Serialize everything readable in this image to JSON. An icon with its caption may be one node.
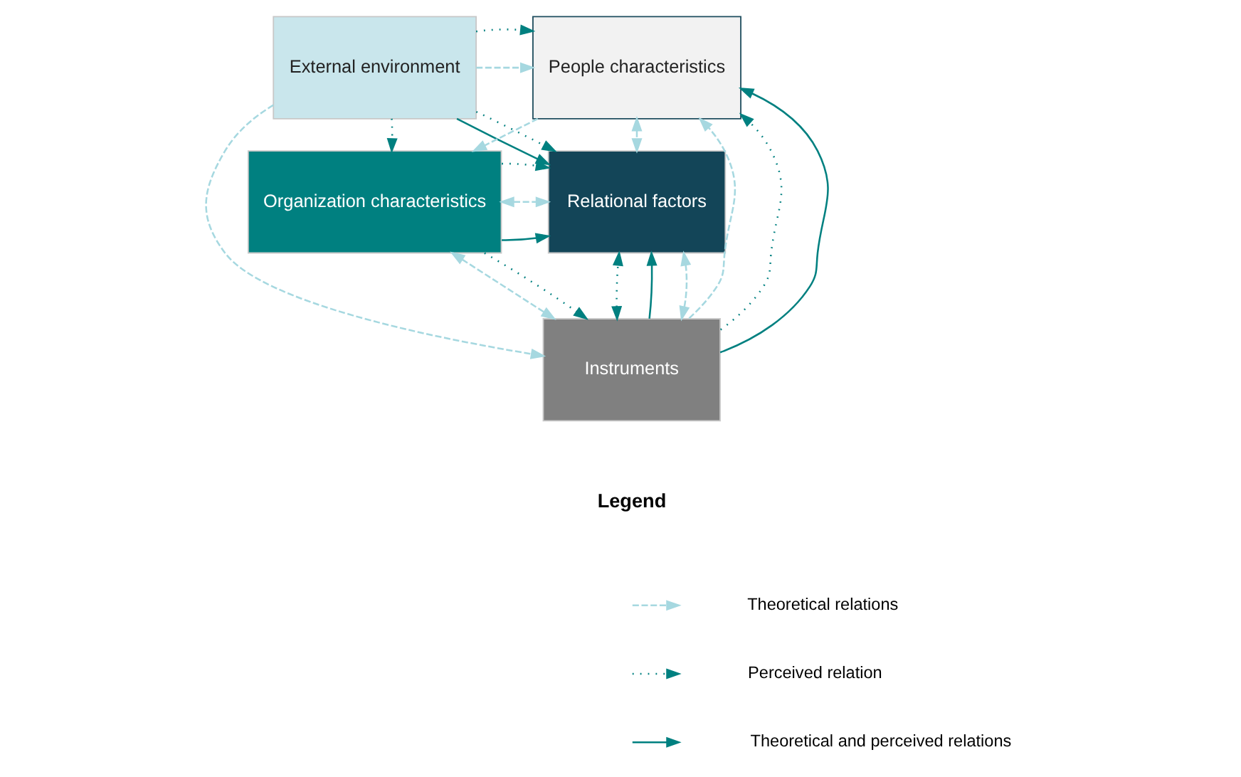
{
  "diagram": {
    "nodes": [
      {
        "text": [
          "External environment"
        ]
      },
      {
        "text": [
          "People characteristics"
        ]
      },
      {
        "text": [
          "Organization characteristics"
        ]
      },
      {
        "text": [
          "Relational factors"
        ]
      },
      {
        "text": [
          "Instruments"
        ]
      }
    ],
    "edges": [
      {
        "from": 0,
        "to": 1,
        "arrow": "to",
        "style": "dashed",
        "color": "#a6d8e0"
      },
      {
        "from": 0,
        "to": 1,
        "arrow": "to",
        "style": "dashed"
      },
      {
        "from": 0,
        "to": 2,
        "arrow": "to",
        "style": "dashed"
      },
      {
        "from": 0,
        "to": 4,
        "arrow": "to",
        "style": "dashed",
        "color": "#a6d8e0"
      },
      {
        "from": 0,
        "to": 3,
        "arrow": "to"
      },
      {
        "from": 0,
        "to": 3,
        "arrow": "to",
        "style": "dashed"
      },
      {
        "from": 1,
        "to": 2,
        "arrow": "to",
        "style": "dashed",
        "color": "#a6d8e0"
      },
      {
        "from": 1,
        "to": 3,
        "arrow": "both",
        "style": "dashed",
        "color": "#a6d8e0"
      },
      {
        "from": 2,
        "to": 3,
        "arrow": "to"
      },
      {
        "from": 2,
        "to": 3,
        "arrow": "both",
        "style": "dashed",
        "color": "#a6d8e0"
      },
      {
        "from": 2,
        "to": 3,
        "arrow": "to",
        "style": "dashed"
      },
      {
        "from": 2,
        "to": 4,
        "arrow": "both",
        "style": "dashed",
        "color": "#a6d8e0"
      },
      {
        "from": 2,
        "to": 4,
        "arrow": "to",
        "style": "dashed"
      },
      {
        "from": 4,
        "to": 1,
        "arrow": "to",
        "style": "dashed",
        "color": "#a6d8e0"
      },
      {
        "from": 4,
        "to": 1,
        "arrow": "to",
        "style": "dashed"
      },
      {
        "from": 4,
        "to": 1,
        "arrow": "to"
      },
      {
        "from": 4,
        "to": 3,
        "arrow": "both",
        "style": "dashed"
      },
      {
        "from": 4,
        "to": 3,
        "arrow": "to"
      },
      {
        "from": 4,
        "to": 3,
        "arrow": "both",
        "style": "dashed",
        "color": "#a6d8e0"
      }
    ],
    "labels": [
      "Legend"
    ],
    "legend": [
      {
        "text": "Theoretical relations"
      },
      {
        "text": "Perceived relation"
      },
      {
        "text": "Theoretical and perceived relations"
      }
    ]
  }
}
